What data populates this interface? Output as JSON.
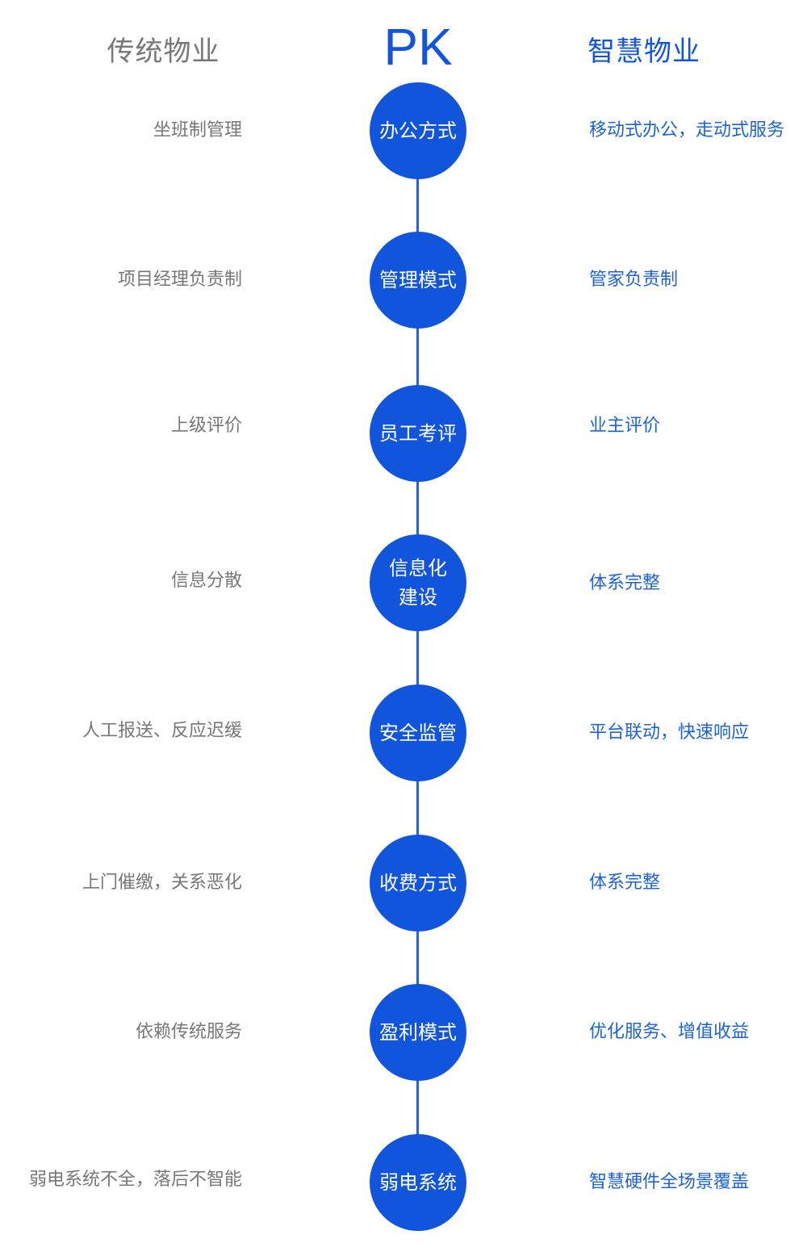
{
  "headings": {
    "left": "传统物业",
    "center": "PK",
    "right": "智慧物业"
  },
  "colors": {
    "accent": "#1155dd",
    "spine": "#2f62c4",
    "muted_text": "#777777",
    "right_text": "#1e63d6"
  },
  "rows": [
    {
      "left": "坐班制管理",
      "node": "办公方式",
      "right": "移动式办公，走动式服务"
    },
    {
      "left": "项目经理负责制",
      "node": "管理模式",
      "right": "管家负责制"
    },
    {
      "left": "上级评价",
      "node": "员工考评",
      "right": "业主评价"
    },
    {
      "left": "信息分散",
      "node": "信息化\n建设",
      "right": "体系完整"
    },
    {
      "left": "人工报送、反应迟缓",
      "node": "安全监管",
      "right": "平台联动，快速响应"
    },
    {
      "left": "上门催缴，关系恶化",
      "node": "收费方式",
      "right": "体系完整"
    },
    {
      "left": "依赖传统服务",
      "node": "盈利模式",
      "right": "优化服务、增值收益"
    },
    {
      "left": "弱电系统不全，落后不智能",
      "node": "弱电系统",
      "right": "智慧硬件全场景覆盖"
    }
  ]
}
